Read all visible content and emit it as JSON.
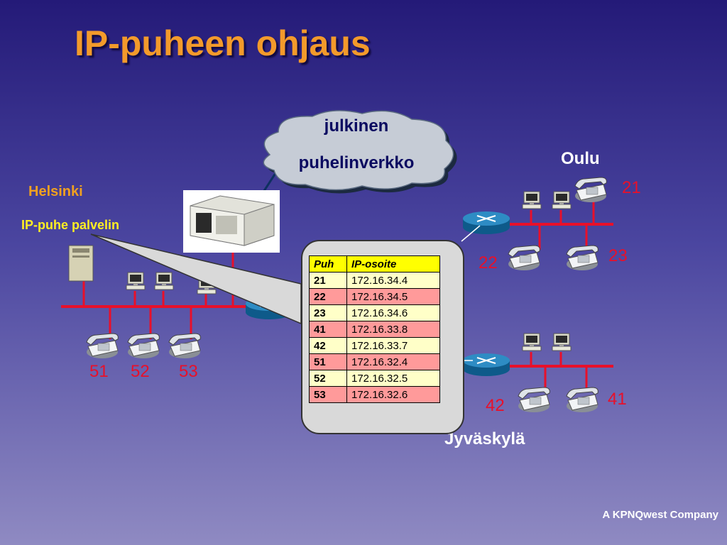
{
  "title": "IP-puheen ohjaus",
  "cloud": {
    "line1": "julkinen",
    "line2": "puhelinverkko"
  },
  "sites": {
    "helsinki": "Helsinki",
    "oulu": "Oulu",
    "jyvaskyla": "Jyväskylä"
  },
  "server_label": "IP-puhe palvelin",
  "phone_numbers": {
    "helsinki": [
      "51",
      "52",
      "53"
    ],
    "oulu": [
      "21",
      "22",
      "23"
    ],
    "jyvaskyla": [
      "41",
      "42"
    ]
  },
  "table": {
    "headers": [
      "Puh",
      "IP-osoite"
    ],
    "rows": [
      {
        "puh": "21",
        "ip": "172.16.34.4"
      },
      {
        "puh": "22",
        "ip": "172.16.34.5"
      },
      {
        "puh": "23",
        "ip": "172.16.34.6"
      },
      {
        "puh": "41",
        "ip": "172.16.33.8"
      },
      {
        "puh": "42",
        "ip": "172.16.33.7"
      },
      {
        "puh": "51",
        "ip": "172.16.32.4"
      },
      {
        "puh": "52",
        "ip": "172.16.32.5"
      },
      {
        "puh": "53",
        "ip": "172.16.32.6"
      }
    ]
  },
  "footer": "A KPNQwest Company",
  "colors": {
    "title": "#f39a2b",
    "network_line": "#e8102a",
    "numbers": "#e8102a",
    "header_cell": "#ffff00"
  }
}
